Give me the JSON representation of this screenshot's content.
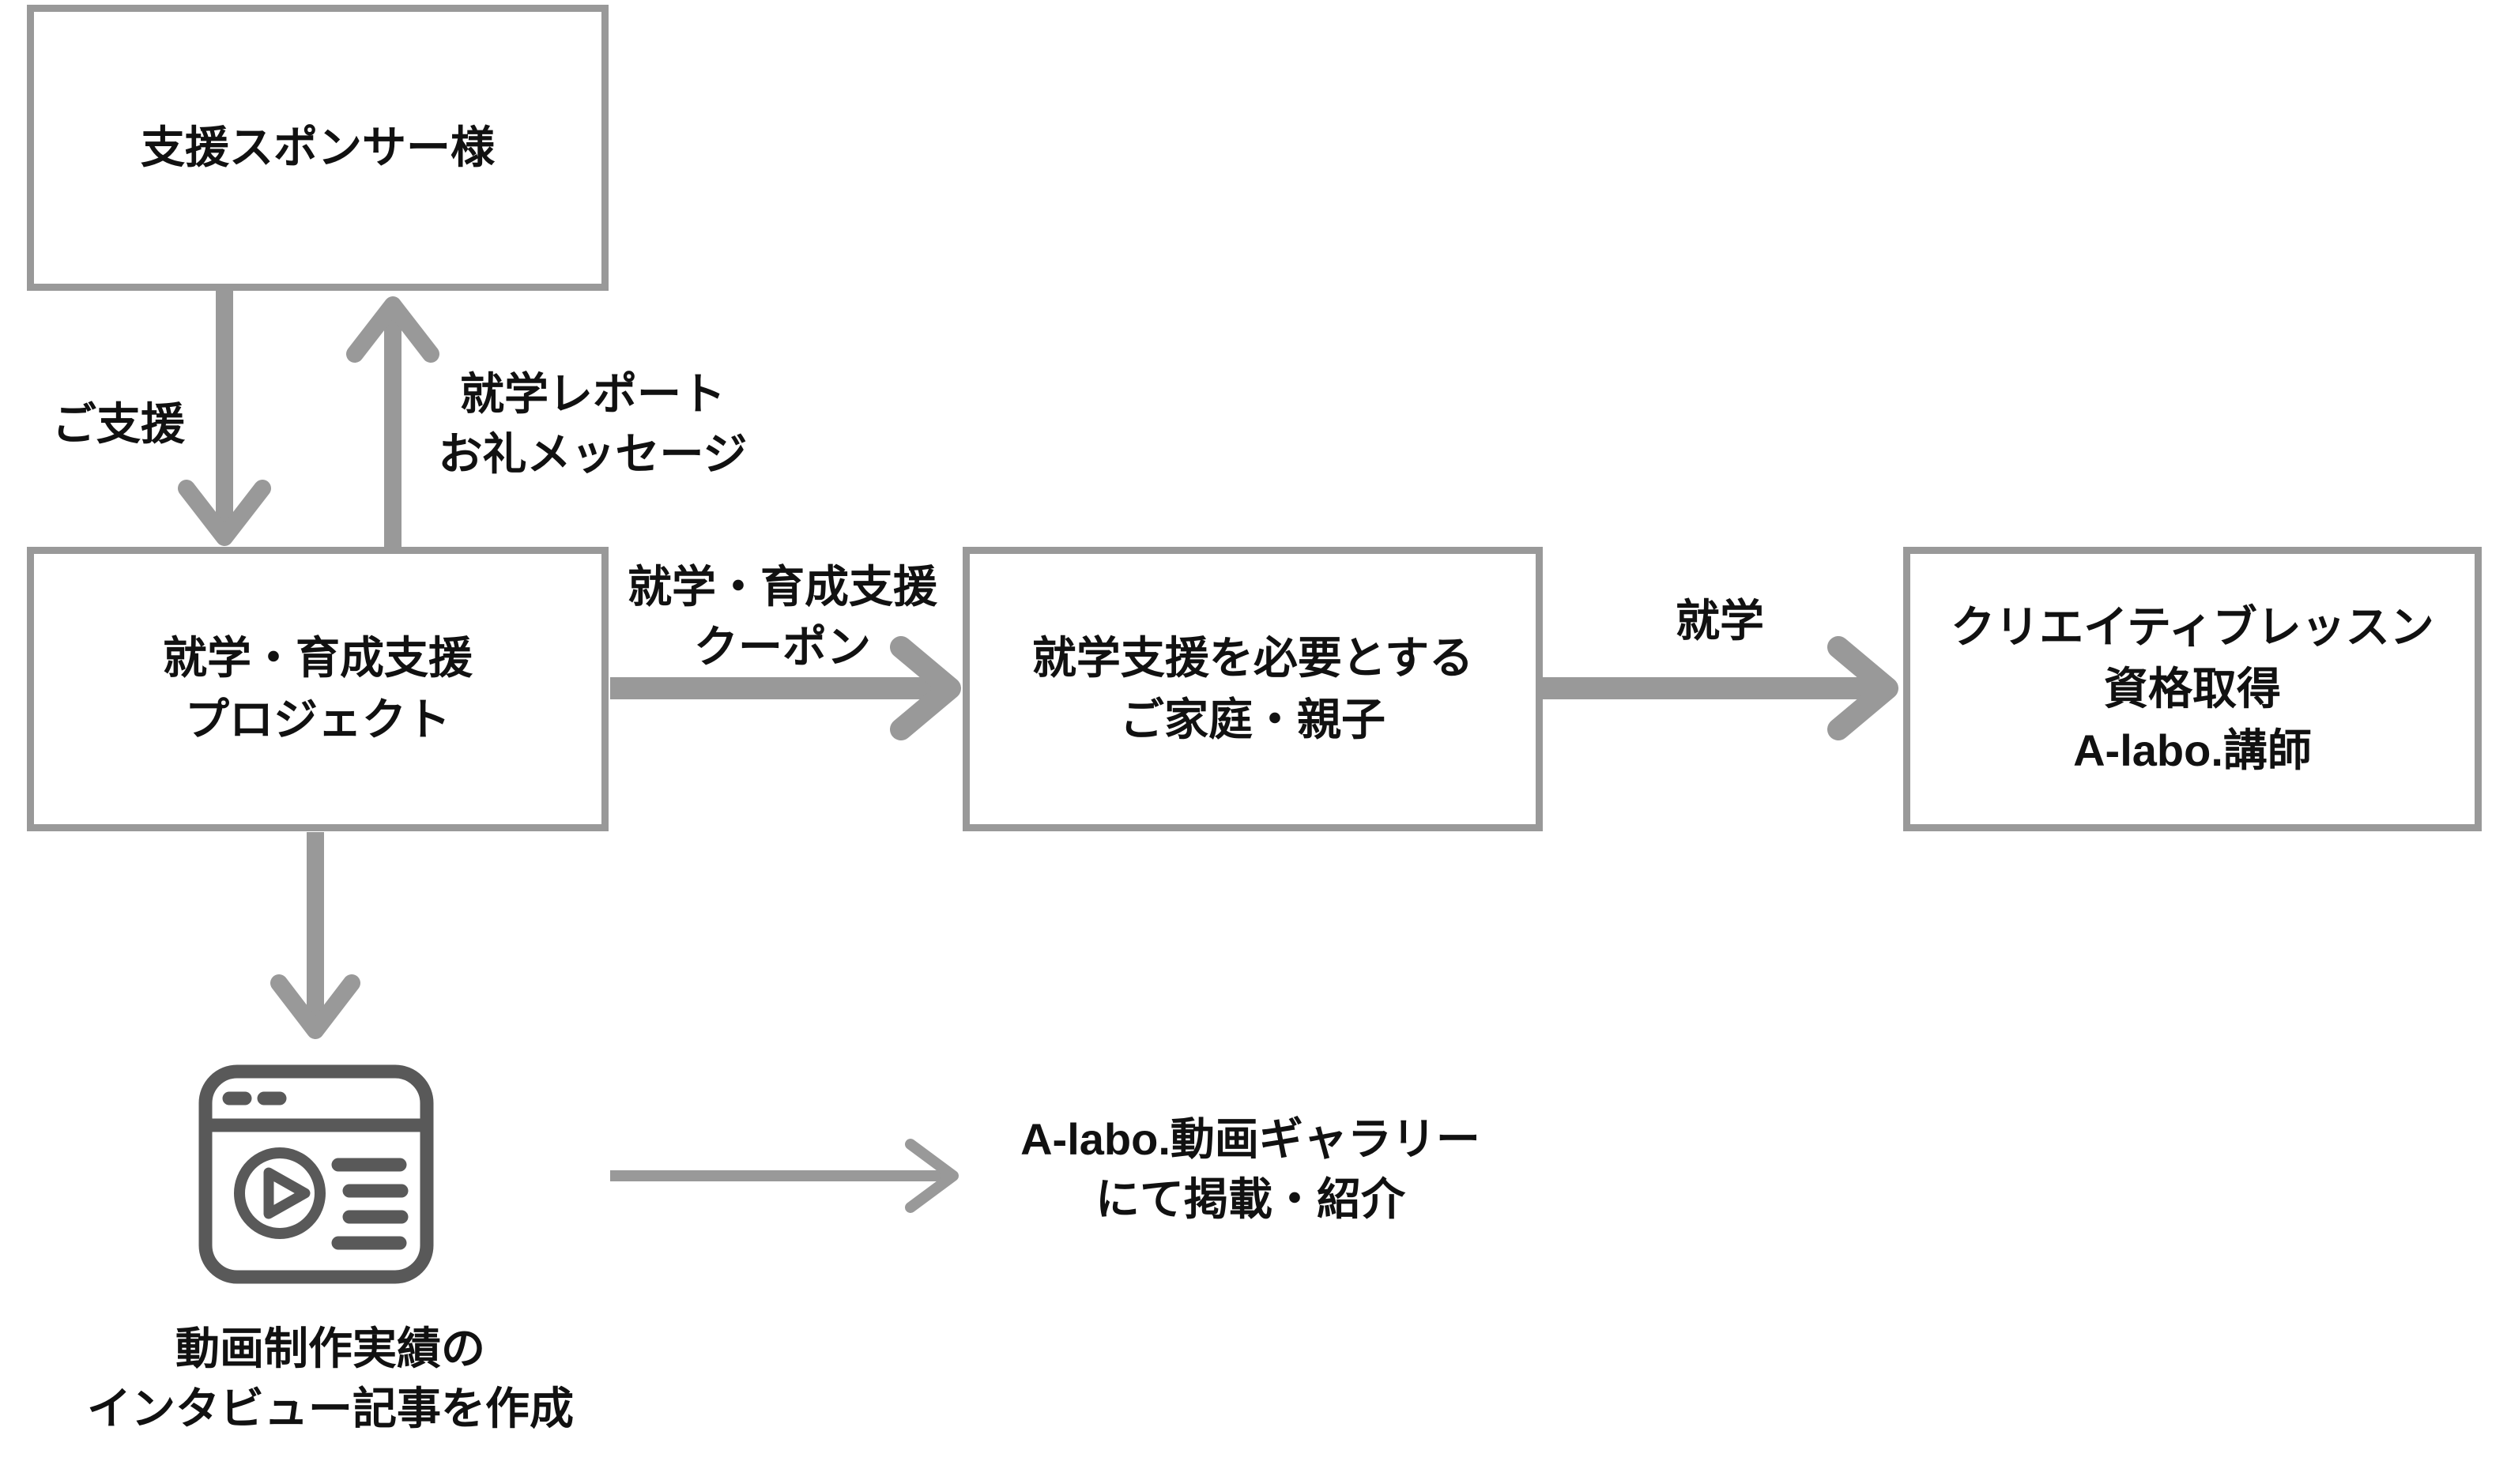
{
  "colors": {
    "background": "#ffffff",
    "box_border": "#999999",
    "arrow": "#999999",
    "icon_stroke": "#595959",
    "text": "#111111"
  },
  "boxes": {
    "sponsor": {
      "line1": "支援スポンサー様"
    },
    "project": {
      "line1": "就学・育成支援",
      "line2": "プロジェクト"
    },
    "family": {
      "line1": "就学支援を必要とする",
      "line2": "ご家庭・親子"
    },
    "lesson": {
      "line1": "クリエイティブレッスン",
      "line2": "資格取得",
      "line3": "A-labo.講師"
    }
  },
  "edge_labels": {
    "support": {
      "line1": "ご支援"
    },
    "report": {
      "line1": "就学レポート",
      "line2": "お礼メッセージ"
    },
    "coupon": {
      "line1": "就学・育成支援",
      "line2": "クーポン"
    },
    "enrollment": {
      "line1": "就学"
    }
  },
  "notes": {
    "article": {
      "line1": "動画制作実績の",
      "line2": "インタビュー記事を作成"
    },
    "gallery": {
      "line1": "A-labo.動画ギャラリー",
      "line2": "にて掲載・紹介"
    }
  },
  "icons": {
    "video_browser": "video-browser-icon"
  }
}
